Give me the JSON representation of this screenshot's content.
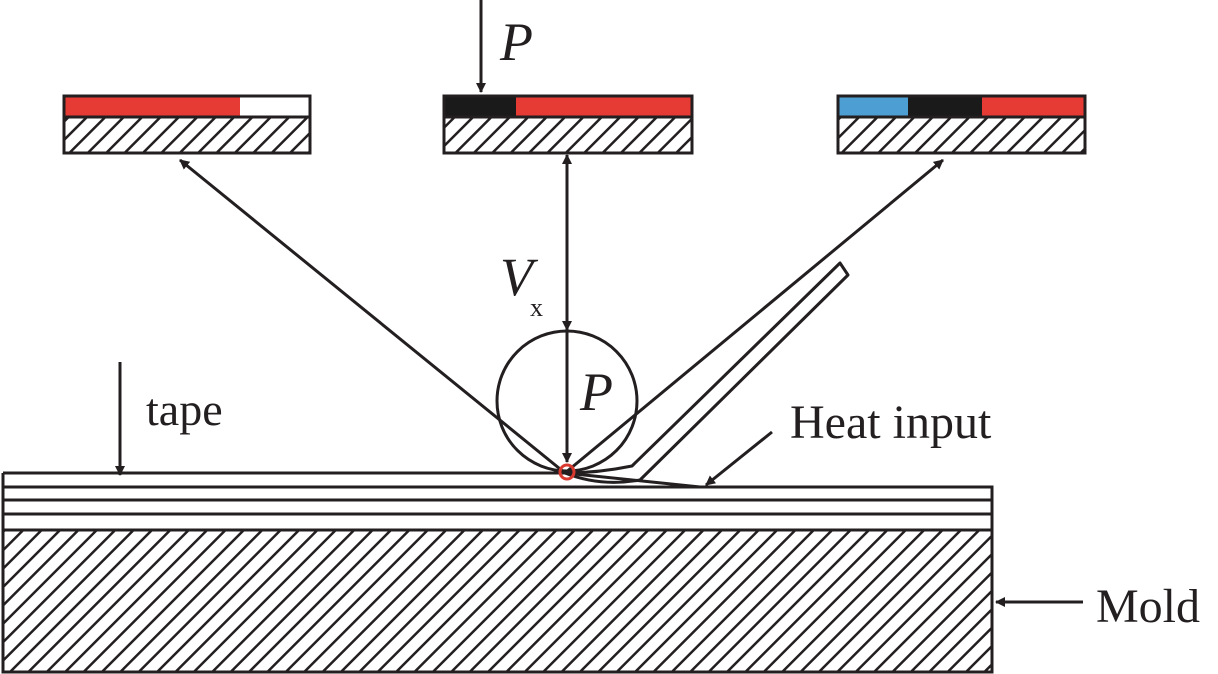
{
  "labels": {
    "pressure_top": "P",
    "pressure_roller": "P",
    "velocity_main": "V",
    "velocity_sub": "x",
    "tape": "tape",
    "heat_input": "Heat input",
    "mold": "Mold"
  },
  "colors": {
    "stroke": "#231f20",
    "red": "#e63a35",
    "black": "#1a1a1a",
    "blue": "#4d9fd3",
    "contact_point": "#d93a2f"
  },
  "state_bars": [
    {
      "name": "left",
      "segments": [
        "red",
        "white"
      ]
    },
    {
      "name": "center",
      "segments": [
        "black",
        "red"
      ]
    },
    {
      "name": "right",
      "segments": [
        "blue",
        "black",
        "red"
      ]
    }
  ]
}
